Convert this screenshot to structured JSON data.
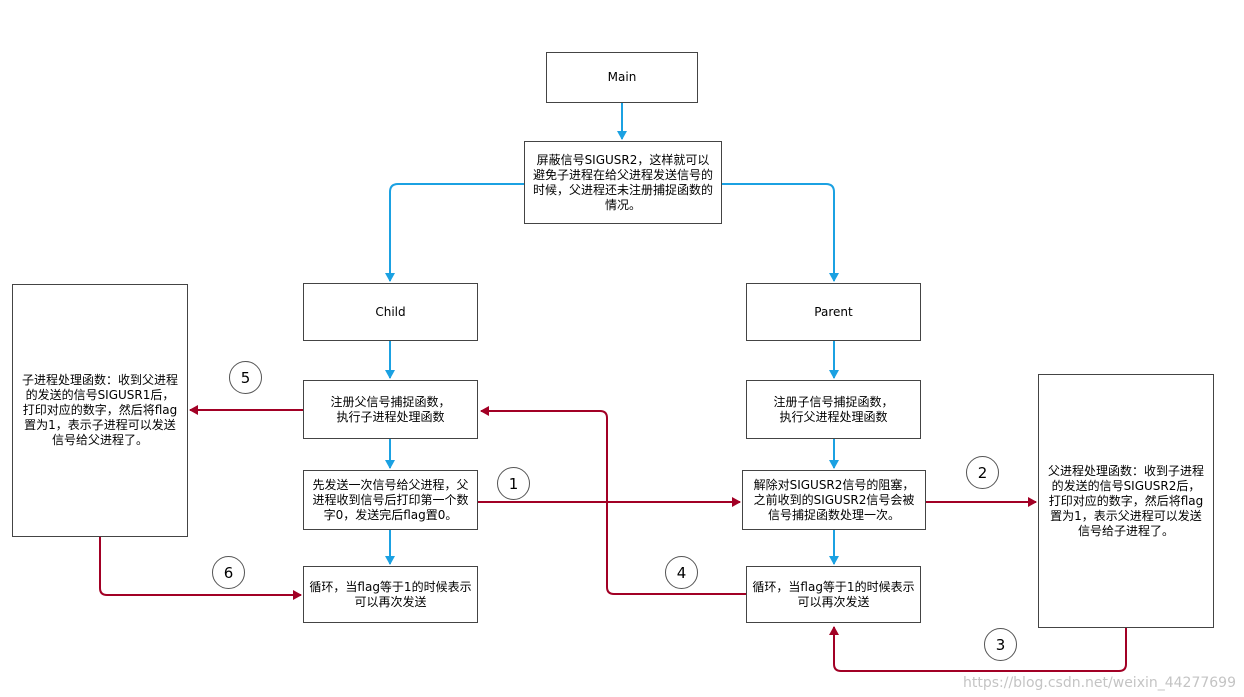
{
  "colors": {
    "blue": "#1BA1E2",
    "red": "#A20025",
    "border": "#444444"
  },
  "nodes": {
    "main": "Main",
    "mask": "屏蔽信号SIGUSR2，这样就可以\n避免子进程在给父进程发送信号的\n时候，父进程还未注册捕捉函数的\n情况。",
    "child": "Child",
    "parent": "Parent",
    "child_register": "注册父信号捕捉函数，\n执行子进程处理函数",
    "parent_register": "注册子信号捕捉函数，\n执行父进程处理函数",
    "child_send": "先发送一次信号给父进程，父\n进程收到信号后打印第一个数\n字0，发送完后flag置0。",
    "parent_unblock": "解除对SIGUSR2信号的阻塞，\n之前收到的SIGUSR2信号会被\n信号捕捉函数处理一次。",
    "child_loop": "循环，当flag等于1的时候表示\n可以再次发送",
    "parent_loop": "循环，当flag等于1的时候表示\n可以再次发送",
    "child_handler": "子进程处理函数：收到父进程\n的发送的信号SIGUSR1后，\n打印对应的数字，然后将flag\n置为1，表示子进程可以发送\n信号给父进程了。",
    "parent_handler": "父进程处理函数：收到子进程\n的发送的信号SIGUSR2后，\n打印对应的数字，然后将flag\n置为1，表示父进程可以发送\n信号给子进程了。"
  },
  "steps": [
    "1",
    "2",
    "3",
    "4",
    "5",
    "6"
  ],
  "watermark": "https://blog.csdn.net/weixin_44277699"
}
